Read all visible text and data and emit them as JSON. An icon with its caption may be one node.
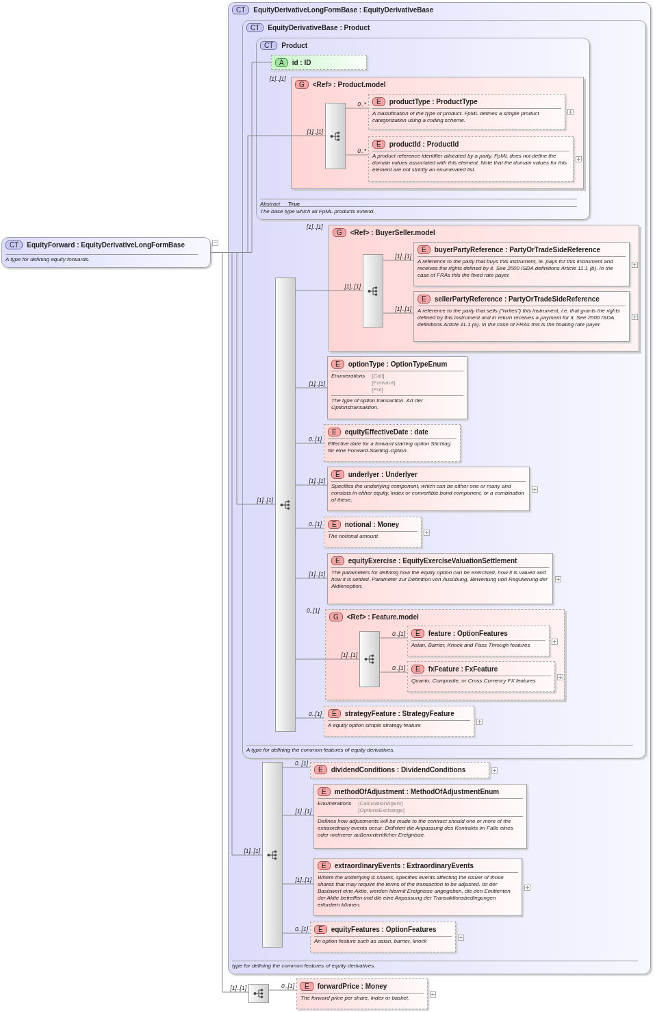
{
  "diagram": {
    "nodes": [
      {
        "text": [
          "CT",
          "EquityForward : EquityDerivativeLongFormBase",
          "A type for defining equity forwards."
        ]
      },
      {
        "text": [
          "CT",
          "EquityDerivativeLongFormBase : EquityDerivativeBase",
          "type for defining the common features of equity derivatives."
        ]
      },
      {
        "text": [
          "CT",
          "EquityDerivativeBase : Product",
          "A type for defining the common features of equity derivatives."
        ],
        "in": 1
      },
      {
        "text": [
          "CT",
          "Product",
          "Abstract",
          "True",
          "The base type which all FpML products extend."
        ],
        "in": 2
      },
      {
        "text": [
          "A",
          "id : ID"
        ],
        "in": 3
      },
      {
        "text": [
          "G",
          "<Ref> : Product.model"
        ],
        "in": 3
      },
      {
        "text": [],
        "shape": "bar",
        "in": 5
      },
      {
        "text": [
          "E",
          "productType : ProductType",
          "A classification of the type of product. FpML defines a simple product categorization using a coding scheme."
        ],
        "in": 5
      },
      {
        "text": [
          "E",
          "productId : ProductId",
          "A product reference identifier allocated by a party. FpML does not define the domain values associated with this element. Note that the domain values for this element are not strictly an enumerated list."
        ],
        "in": 5
      },
      {
        "text": [],
        "shape": "bar",
        "in": 2
      },
      {
        "text": [
          "G",
          "<Ref> : BuyerSeller.model"
        ],
        "in": 2
      },
      {
        "text": [],
        "shape": "bar",
        "in": 10
      },
      {
        "text": [
          "E",
          "buyerPartyReference : PartyOrTradeSideReference",
          "A reference to the party that buys this instrument, ie. pays for this instrument and receives the rights defined by it. See 2000 ISDA definitions Article 11.1 (b). In the case of FRAs this the fixed rate payer."
        ],
        "in": 10
      },
      {
        "text": [
          "E",
          "sellerPartyReference : PartyOrTradeSideReference",
          "A reference to the party that sells (\"writes\") this instrument, i.e. that grants the rights defined by this instrument and in return receives a payment for it. See 2000 ISDA definitions Article 11.1 (a). In the case of FRAs this is the floating rate payer."
        ],
        "in": 10
      },
      {
        "text": [
          "E",
          "optionType : OptionTypeEnum",
          "Enumerations",
          "[Call] [Forward] [Put]",
          "The type of option transaction. Art der Optionstransaktion."
        ],
        "in": 2
      },
      {
        "text": [
          "E",
          "equityEffectiveDate : date",
          "Effective date for a forward starting option Stichtag für eine Forward-Starting-Option."
        ],
        "in": 2
      },
      {
        "text": [
          "E",
          "underlyer : Underlyer",
          "Specifies the underlying component, which can be either one or many and consists in either equity, index or convertible bond component, or a combination of these."
        ],
        "in": 2
      },
      {
        "text": [
          "E",
          "notional : Money",
          "The notional amount."
        ],
        "in": 2
      },
      {
        "text": [
          "E",
          "equityExercise : EquityExerciseValuationSettlement",
          "The parameters for defining how the equity option can be exercised, how it is valued and how it is settled. Parameter zur Definition von Ausübung, Bewertung und Regulierung der Aktienoption."
        ],
        "in": 2
      },
      {
        "text": [
          "G",
          "<Ref> : Feature.model"
        ],
        "in": 2
      },
      {
        "text": [],
        "shape": "bar",
        "in": 19
      },
      {
        "text": [
          "E",
          "feature : OptionFeatures",
          "Asian, Barrier, Knock and Pass Through features"
        ],
        "in": 19
      },
      {
        "text": [
          "E",
          "fxFeature : FxFeature",
          "Quanto, Composite, or Cross Currency FX features"
        ],
        "in": 19
      },
      {
        "text": [
          "E",
          "strategyFeature : StrategyFeature",
          "A equity option simple strategy feature"
        ],
        "in": 2
      },
      {
        "text": [],
        "shape": "bar",
        "in": 1
      },
      {
        "text": [
          "E",
          "dividendConditions : DividendConditions"
        ],
        "in": 1
      },
      {
        "text": [
          "E",
          "methodOfAdjustment : MethodOfAdjustmentEnum",
          "Enumerations",
          "[CalculationAgent] [OptionsExchange]",
          "Defines how adjustments will be made to the contract should one or more of the extraordinary events occur. Definiert die Anpassung des Kontrakts im Falle eines oder mehrerer außerordentlicher Ereignisse."
        ],
        "in": 1
      },
      {
        "text": [
          "E",
          "extraordinaryEvents : ExtraordinaryEvents",
          "Where the underlying is shares, specifies events affecting the issuer of those shares that may require the terms of the transaction to be adjusted. Ist der Basiswert eine Aktie, werden hiermit Ereignisse angegeben, die den Emittenten der Aktie betreffen und die eine Anpassung der Transaktionsbedingungen erfordern können."
        ],
        "in": 1
      },
      {
        "text": [
          "E",
          "equityFeatures : OptionFeatures",
          "An option feature such as asian, barrier, knock"
        ],
        "in": 1
      },
      {
        "text": [],
        "shape": "bar"
      },
      {
        "text": [
          "E",
          "forwardPrice : Money",
          "The forward price per share, index or basket."
        ]
      }
    ],
    "edges": [
      {
        "from": 0,
        "to": 4,
        "arrow": "none"
      },
      {
        "from": 0,
        "to": 6,
        "label": "[1]..[1]",
        "arrow": "none"
      },
      {
        "from": 6,
        "to": 7,
        "label": "0..*",
        "arrow": "none"
      },
      {
        "from": 6,
        "to": 8,
        "label": "0..*",
        "arrow": "none"
      },
      {
        "from": 0,
        "to": 9,
        "label": "[1]..[1]",
        "arrow": "none"
      },
      {
        "from": 9,
        "to": 11,
        "label": "[1]..[1]",
        "arrow": "none"
      },
      {
        "from": 11,
        "to": 12,
        "label": "[1]..[1]",
        "arrow": "none"
      },
      {
        "from": 11,
        "to": 13,
        "label": "[1]..[1]",
        "arrow": "none"
      },
      {
        "from": 9,
        "to": 14,
        "label": "[1]..[1]",
        "arrow": "none"
      },
      {
        "from": 9,
        "to": 15,
        "label": "0..[1]",
        "arrow": "none"
      },
      {
        "from": 9,
        "to": 16,
        "label": "[1]..[1]",
        "arrow": "none"
      },
      {
        "from": 9,
        "to": 17,
        "label": "0..[1]",
        "arrow": "none"
      },
      {
        "from": 9,
        "to": 18,
        "label": "[1]..[1]",
        "arrow": "none"
      },
      {
        "from": 9,
        "to": 20,
        "label": "[1]..[1]",
        "arrow": "none"
      },
      {
        "from": 20,
        "to": 21,
        "label": "0..[1]",
        "arrow": "none"
      },
      {
        "from": 20,
        "to": 22,
        "label": "0..[1]",
        "arrow": "none"
      },
      {
        "from": 9,
        "to": 23,
        "label": "0..[1]",
        "arrow": "none"
      },
      {
        "from": 0,
        "to": 24,
        "label": "[1]..[1]",
        "arrow": "none"
      },
      {
        "from": 24,
        "to": 25,
        "label": "0..[1]",
        "arrow": "none"
      },
      {
        "from": 24,
        "to": 26,
        "label": "[1]..[1]",
        "arrow": "none"
      },
      {
        "from": 24,
        "to": 27,
        "label": "[1]..[1]",
        "arrow": "none"
      },
      {
        "from": 24,
        "to": 28,
        "label": "0..[1]",
        "arrow": "none"
      },
      {
        "from": 0,
        "to": 29,
        "label": "[1]..[1]",
        "arrow": "none"
      },
      {
        "from": 29,
        "to": 30,
        "label": "0..[1]",
        "arrow": "none"
      }
    ],
    "labels": [
      "[1]..[1]",
      "[1]..[1]",
      "0..[1]"
    ]
  }
}
